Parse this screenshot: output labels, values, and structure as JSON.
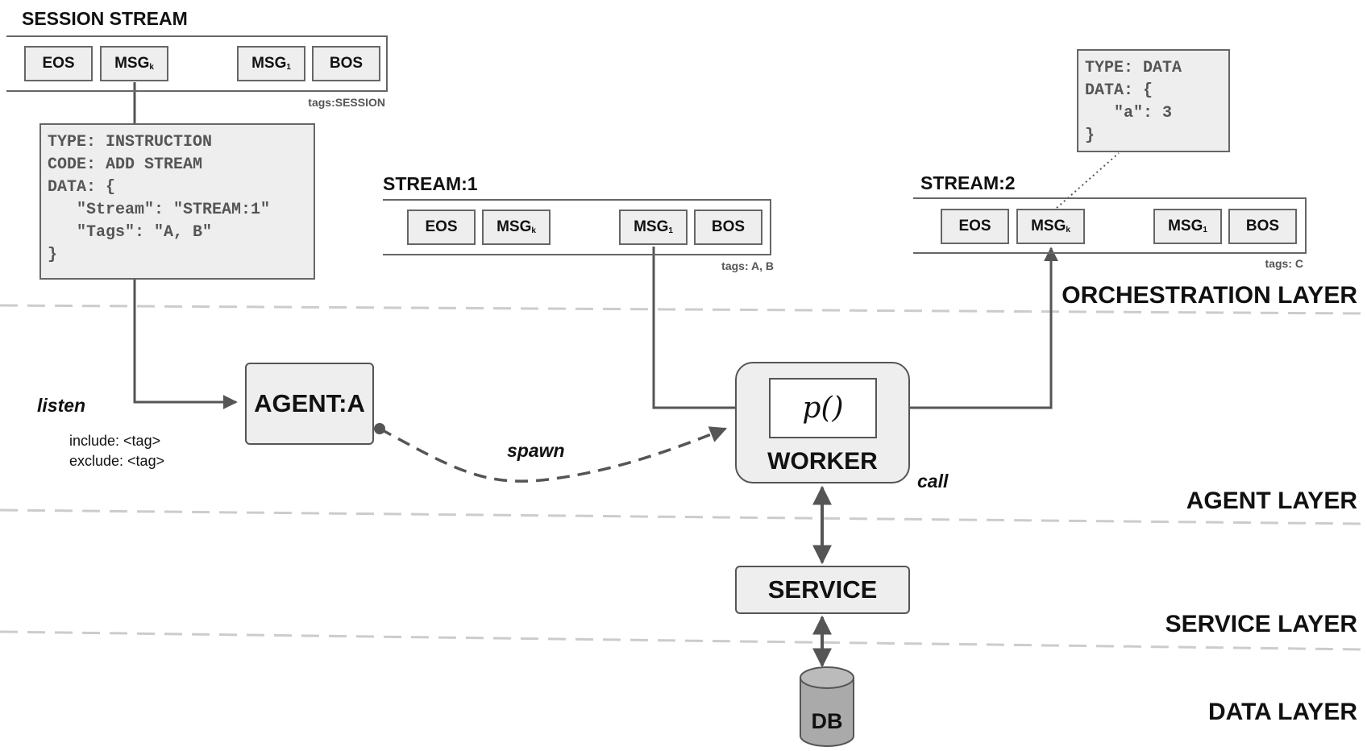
{
  "session_stream": {
    "title": "SESSION STREAM",
    "slots": {
      "eos": "EOS",
      "msg_k": "MSG",
      "msg_k_sub": "k",
      "msg_1": "MSG",
      "msg_1_sub": "1",
      "bos": "BOS"
    },
    "tags": "tags:SESSION",
    "message": [
      "TYPE: INSTRUCTION",
      "CODE: ADD STREAM",
      "DATA: {",
      "   \"Stream\": \"STREAM:1\"",
      "   \"Tags\": \"A, B\"",
      "}"
    ]
  },
  "stream1": {
    "title": "STREAM:1",
    "slots": {
      "eos": "EOS",
      "msg_k": "MSG",
      "msg_k_sub": "k",
      "msg_1": "MSG",
      "msg_1_sub": "1",
      "bos": "BOS"
    },
    "tags": "tags: A, B"
  },
  "stream2": {
    "title": "STREAM:2",
    "slots": {
      "eos": "EOS",
      "msg_k": "MSG",
      "msg_k_sub": "k",
      "msg_1": "MSG",
      "msg_1_sub": "1",
      "bos": "BOS"
    },
    "tags": "tags: C",
    "message": [
      "TYPE: DATA",
      "DATA: {",
      "   \"a\": 3",
      "}"
    ]
  },
  "agent": {
    "label": "AGENT:A"
  },
  "worker": {
    "label": "WORKER",
    "function": "p()"
  },
  "service": {
    "label": "SERVICE"
  },
  "db": {
    "label": "DB"
  },
  "edges": {
    "listen": "listen",
    "spawn": "spawn",
    "call": "call"
  },
  "listen_options": {
    "include": "include: <tag>",
    "exclude": "exclude: <tag>"
  },
  "layers": {
    "orchestration": "ORCHESTRATION LAYER",
    "agent": "AGENT LAYER",
    "service": "SERVICE LAYER",
    "data": "DATA LAYER"
  },
  "colors": {
    "box_fill": "#eeeeee",
    "stroke": "#555555",
    "divider": "#cccccc",
    "db_fill": "#aaaaaa"
  }
}
